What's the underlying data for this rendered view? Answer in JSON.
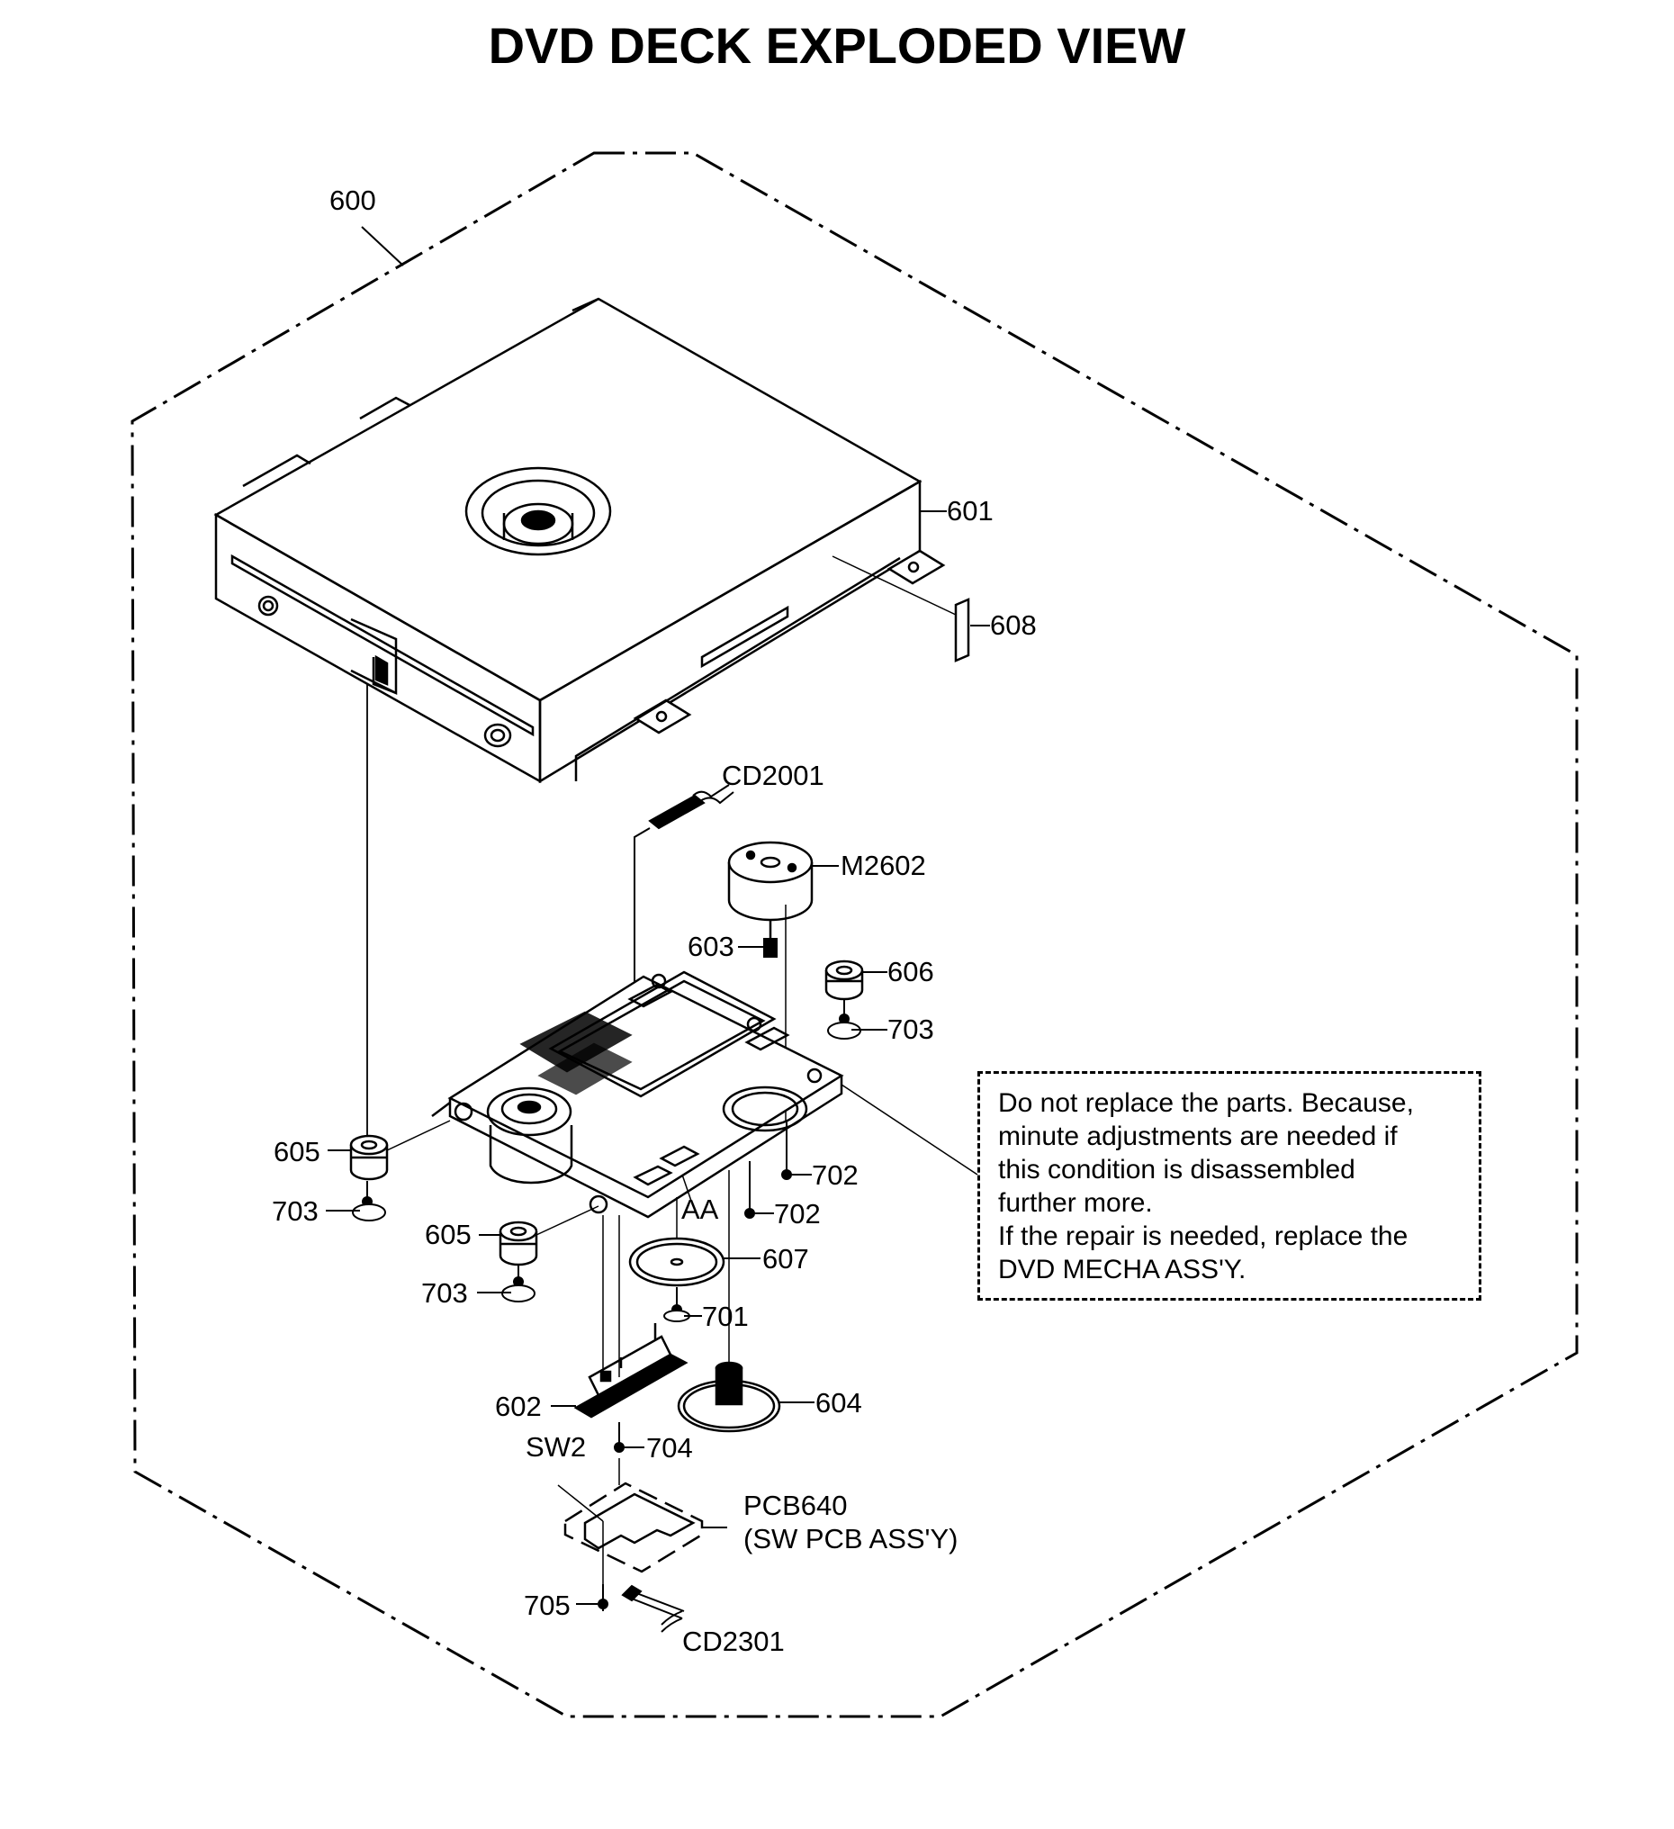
{
  "title": "DVD DECK EXPLODED VIEW",
  "labels": {
    "p600": "600",
    "p601": "601",
    "p608": "608",
    "cd2001": "CD2001",
    "m2602": "M2602",
    "p603": "603",
    "p606": "606",
    "p703a": "703",
    "p605a": "605",
    "p703b": "703",
    "p702a": "702",
    "p702b": "702",
    "aa": "AA",
    "p605b": "605",
    "p703c": "703",
    "p607": "607",
    "p701": "701",
    "p602": "602",
    "p604": "604",
    "sw2": "SW2",
    "p704": "704",
    "pcb640": "PCB640",
    "pcb640_sub": "(SW PCB ASS'Y)",
    "p705": "705",
    "cd2301": "CD2301"
  },
  "note": {
    "lines": [
      "Do not replace the parts. Because,",
      "minute adjustments are needed if",
      "this condition is disassembled",
      "further more.",
      "If the repair is needed, replace the",
      "DVD MECHA ASS'Y."
    ]
  }
}
